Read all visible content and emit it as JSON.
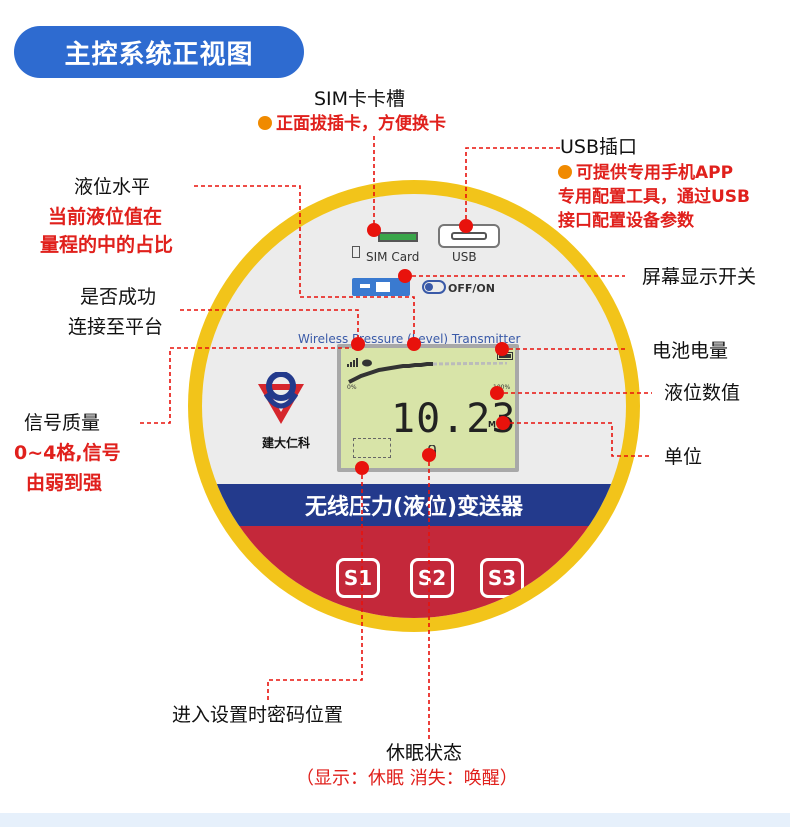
{
  "title": "主控系统正视图",
  "labels": {
    "sim_slot": "SIM卡卡槽",
    "sim_note": "正面拔插卡，方便换卡",
    "usb_port": "USB插口",
    "usb_note_1": "可提供专用手机APP",
    "usb_note_2": "专用配置工具，通过USB",
    "usb_note_3": "接口配置设备参数",
    "level_bar": "液位水平",
    "level_note_1": "当前液位值在",
    "level_note_2": "量程的中的占比",
    "screen_switch": "屏幕显示开关",
    "connect_1": "是否成功",
    "connect_2": "连接至平台",
    "battery": "电池电量",
    "level_value": "液位数值",
    "signal": "信号质量",
    "signal_note_1": "0~4格,信号",
    "signal_note_2": "由弱到强",
    "unit": "单位",
    "password": "进入设置时密码位置",
    "sleep": "休眠状态",
    "sleep_note": "（显示：休眠 消失：唤醒）"
  },
  "device": {
    "sim_card": "SIM Card",
    "usb": "USB",
    "off_on": "OFF/ON",
    "subtitle": "Wireless Pressure (Level) Transmitter",
    "brand": "建大仁科",
    "lcd_reading": "10.23",
    "lcd_unit": "M",
    "lcd_min": "0%",
    "lcd_max": "100%",
    "product_name": "无线压力(液位)变送器",
    "keys": [
      "S1",
      "S2",
      "S3"
    ]
  },
  "colors": {
    "title_bg": "#2e6bd0",
    "leader": "#e8120c",
    "ring": "#f2c41a",
    "band": "#233a8c",
    "lower": "#c4283a",
    "lcd": "#d8e4a8"
  }
}
